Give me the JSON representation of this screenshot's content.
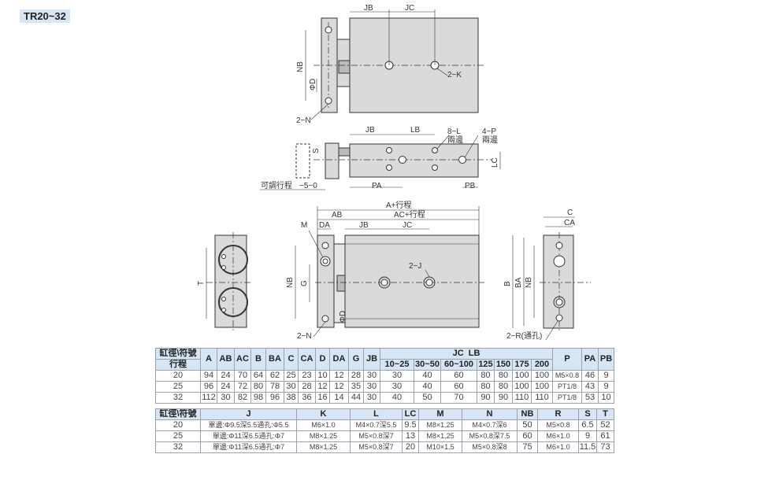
{
  "title": "TR20~32",
  "drawing_labels": {
    "top": {
      "jb": "JB",
      "jc": "JC",
      "nb": "NB",
      "d": "ΦD",
      "n": "2−N",
      "k": "2−K"
    },
    "side": {
      "jb": "JB",
      "lb": "LB",
      "l": "8−L",
      "l_side": "兩邊",
      "p": "4−P",
      "p_side": "兩邊",
      "s": "S",
      "lc": "LC",
      "pa": "PA",
      "pb": "PB",
      "adjust": "可調行程",
      "adjust_range": "−5~0"
    },
    "front": {
      "a": "A+行程",
      "ab": "AB",
      "ac": "AC+行程",
      "da": "DA",
      "jb": "JB",
      "jc": "JC",
      "m": "M",
      "nb": "NB",
      "g": "G",
      "d": "ΦD",
      "n": "2−N",
      "j": "2−J"
    },
    "left_end": {
      "t": "T"
    },
    "right_end": {
      "c": "C",
      "ca": "CA",
      "b": "B",
      "ba": "BA",
      "nb": "NB",
      "r": "2−R(通孔)"
    }
  },
  "table1": {
    "corner_top": "缸徑\\符號",
    "corner_bottom": "行程",
    "headers": [
      "A",
      "AB",
      "AC",
      "B",
      "BA",
      "C",
      "CA",
      "D",
      "DA",
      "G",
      "JB"
    ],
    "group": "JC  LB",
    "sub_headers": [
      "10~25",
      "30~50",
      "60~100",
      "125",
      "150",
      "175",
      "200"
    ],
    "tail_headers": [
      "P",
      "PA",
      "PB"
    ],
    "rows": [
      [
        "20",
        "94",
        "24",
        "70",
        "64",
        "62",
        "25",
        "23",
        "10",
        "12",
        "28",
        "30",
        "30",
        "40",
        "60",
        "80",
        "80",
        "100",
        "100",
        "M5×0.8",
        "46",
        "9"
      ],
      [
        "25",
        "96",
        "24",
        "72",
        "80",
        "78",
        "30",
        "28",
        "12",
        "12",
        "35",
        "30",
        "30",
        "40",
        "60",
        "80",
        "80",
        "100",
        "100",
        "PT1/8",
        "43",
        "9"
      ],
      [
        "32",
        "112",
        "30",
        "82",
        "98",
        "96",
        "38",
        "36",
        "16",
        "14",
        "44",
        "30",
        "40",
        "50",
        "70",
        "90",
        "90",
        "110",
        "110",
        "PT1/8",
        "53",
        "10"
      ]
    ]
  },
  "table2": {
    "corner": "缸徑\\符號",
    "headers": [
      "J",
      "K",
      "L",
      "LC",
      "M",
      "N",
      "NB",
      "R",
      "S",
      "T"
    ],
    "rows": [
      [
        "20",
        "單邊:Φ9.5深5.5通孔:Φ5.5",
        "M6×1.0",
        "M4×0.7深5.5",
        "9.5",
        "M8×1.25",
        "M4×0.7深6",
        "50",
        "M5×0.8",
        "6.5",
        "52"
      ],
      [
        "25",
        "單邊:Φ11深6.5通孔:Φ7",
        "M8×1.25",
        "M5×0.8深7",
        "13",
        "M8×1.25",
        "M5×0.8深7.5",
        "60",
        "M6×1.0",
        "9",
        "61"
      ],
      [
        "32",
        "單邊:Φ11深6.5通孔:Φ7",
        "M8×1.25",
        "M5×0.8深7",
        "20",
        "M10×1.5",
        "M5×0.8深8",
        "75",
        "M6×1.0",
        "11.5",
        "73"
      ]
    ]
  }
}
